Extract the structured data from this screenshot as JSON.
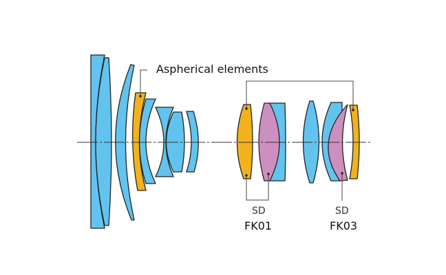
{
  "labels": {
    "aspherical": "Aspherical elements",
    "sd1": "SD",
    "glass1": "FK01",
    "sd2": "SD",
    "glass2": "FK03"
  },
  "colors": {
    "standard_glass": "#62c3ee",
    "aspherical": "#f1b21c",
    "sd_glass": "#cd8fbf"
  }
}
